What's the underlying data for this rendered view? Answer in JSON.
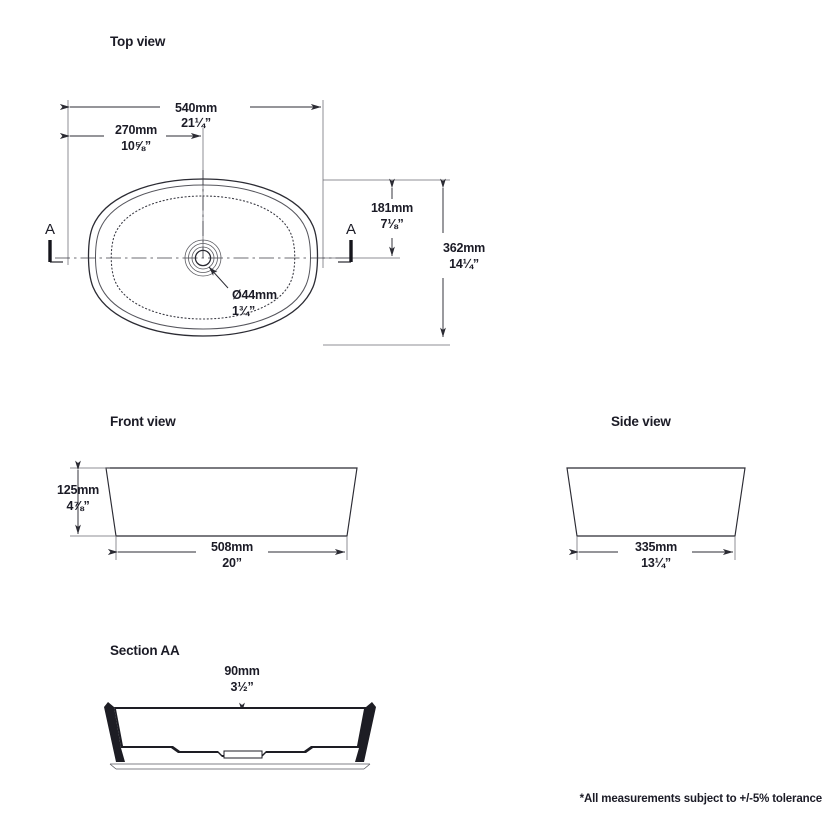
{
  "document": {
    "footnote": "*All measurements subject to +/-5% tolerance",
    "line_color": "#2b2b33",
    "text_color": "#1b1b26",
    "background": "#ffffff"
  },
  "views": {
    "top": {
      "title": "Top view",
      "section_letter_left": "A",
      "section_letter_right": "A",
      "dimensions": {
        "overall_width": {
          "mm": "540mm",
          "inch": "21¼”"
        },
        "center_offset": {
          "mm": "270mm",
          "inch": "10⅝”"
        },
        "half_depth": {
          "mm": "181mm",
          "inch": "7⅛”"
        },
        "overall_depth": {
          "mm": "362mm",
          "inch": "14¼”"
        },
        "drain": {
          "mm": "Ø44mm",
          "inch": "1¾”"
        }
      }
    },
    "front": {
      "title": "Front view",
      "dimensions": {
        "height": {
          "mm": "125mm",
          "inch": "4⅞”"
        },
        "base_width": {
          "mm": "508mm",
          "inch": "20”"
        }
      }
    },
    "side": {
      "title": "Side view",
      "dimensions": {
        "base_width": {
          "mm": "335mm",
          "inch": "13¼”"
        }
      }
    },
    "section": {
      "title": "Section AA",
      "dimensions": {
        "basin_depth": {
          "mm": "90mm",
          "inch": "3½”"
        }
      }
    }
  }
}
